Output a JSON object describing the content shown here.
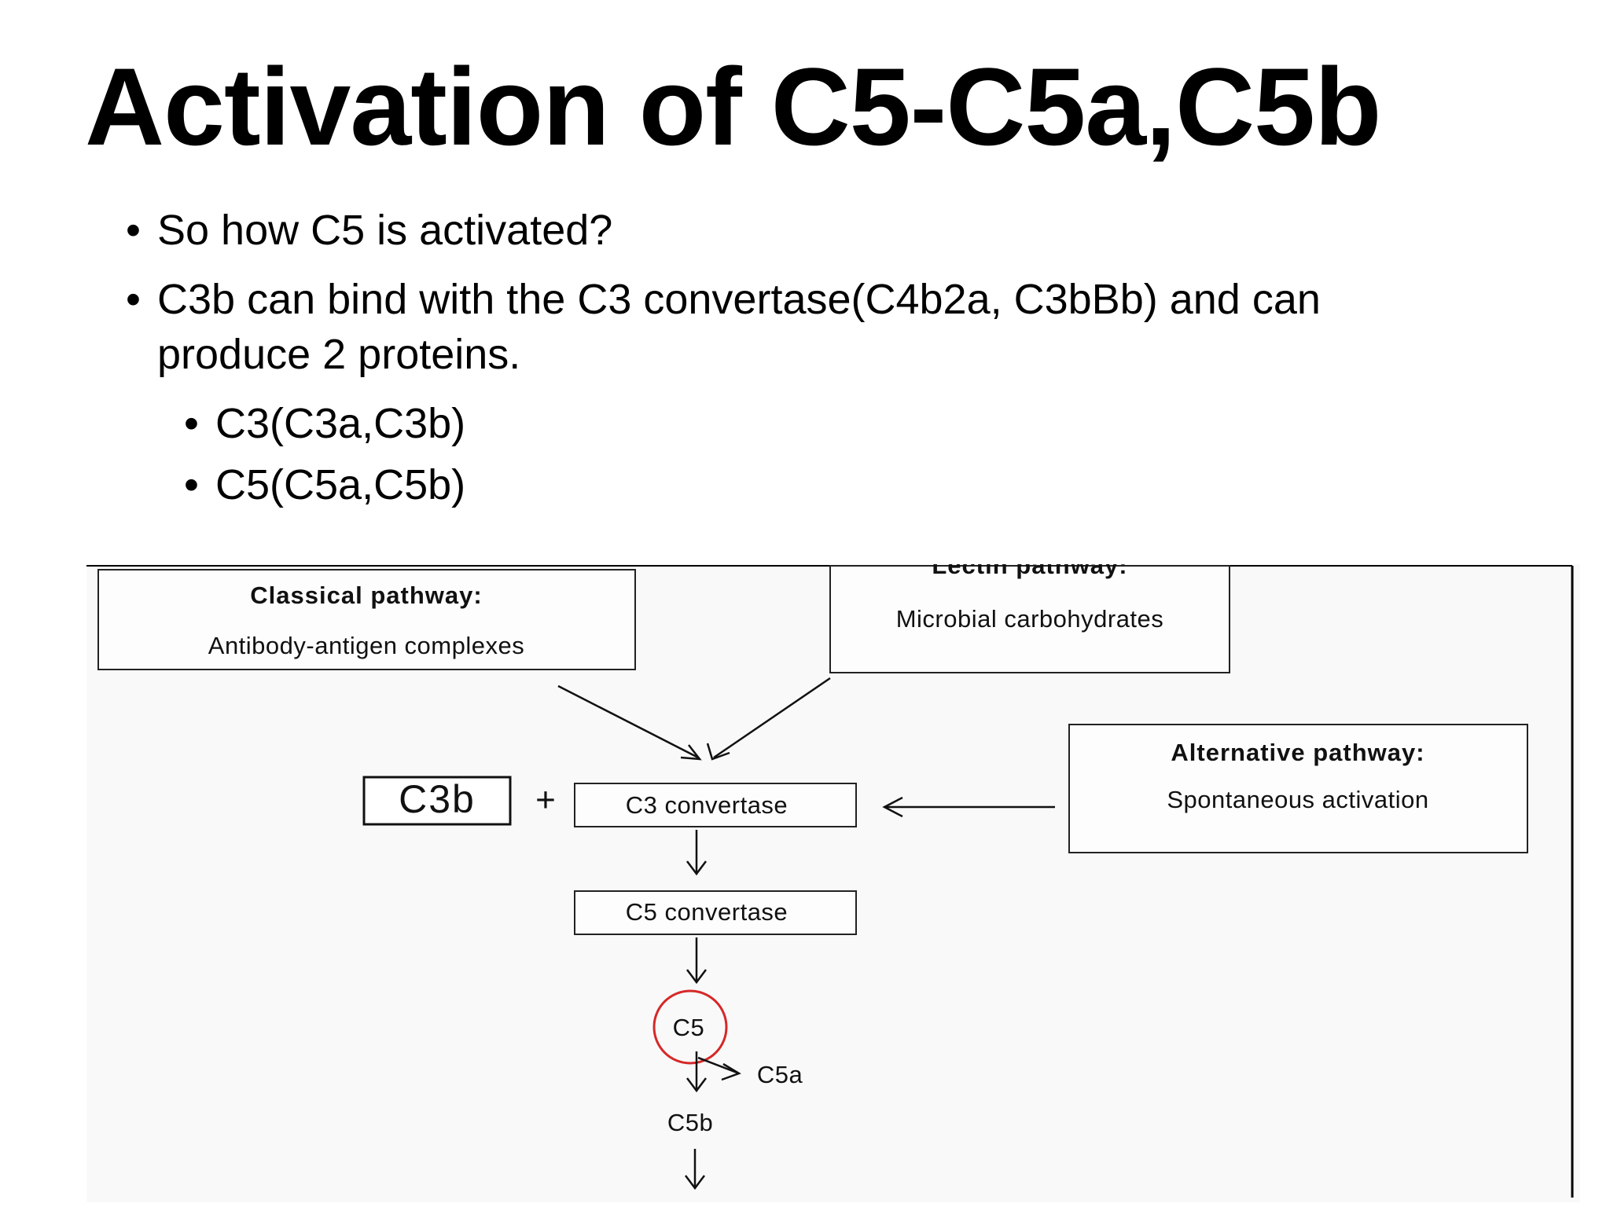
{
  "slide": {
    "title": "Activation of C5-C5a,C5b",
    "bullets": [
      "So how C5 is activated?",
      "C3b can bind with the C3 convertase(C4b2a, C3bBb) and can produce 2 proteins."
    ],
    "sub_bullets": [
      "C3(C3a,C3b)",
      "C5(C5a,C5b)"
    ]
  },
  "diagram": {
    "classical_title": "Classical pathway:",
    "classical_text": "Antibody-antigen complexes",
    "lectin_title": "Lectin pathway:",
    "lectin_text": "Microbial carbohydrates",
    "alternative_title": "Alternative pathway:",
    "alternative_text": "Spontaneous activation",
    "c3b_label": "C3b",
    "plus": "+",
    "c3_convertase": "C3 convertase",
    "c5_convertase": "C5 convertase",
    "c5": "C5",
    "c5a": "C5a",
    "c5b": "C5b",
    "colors": {
      "highlight_circle": "#d62828",
      "box_stroke": "#222222"
    }
  }
}
